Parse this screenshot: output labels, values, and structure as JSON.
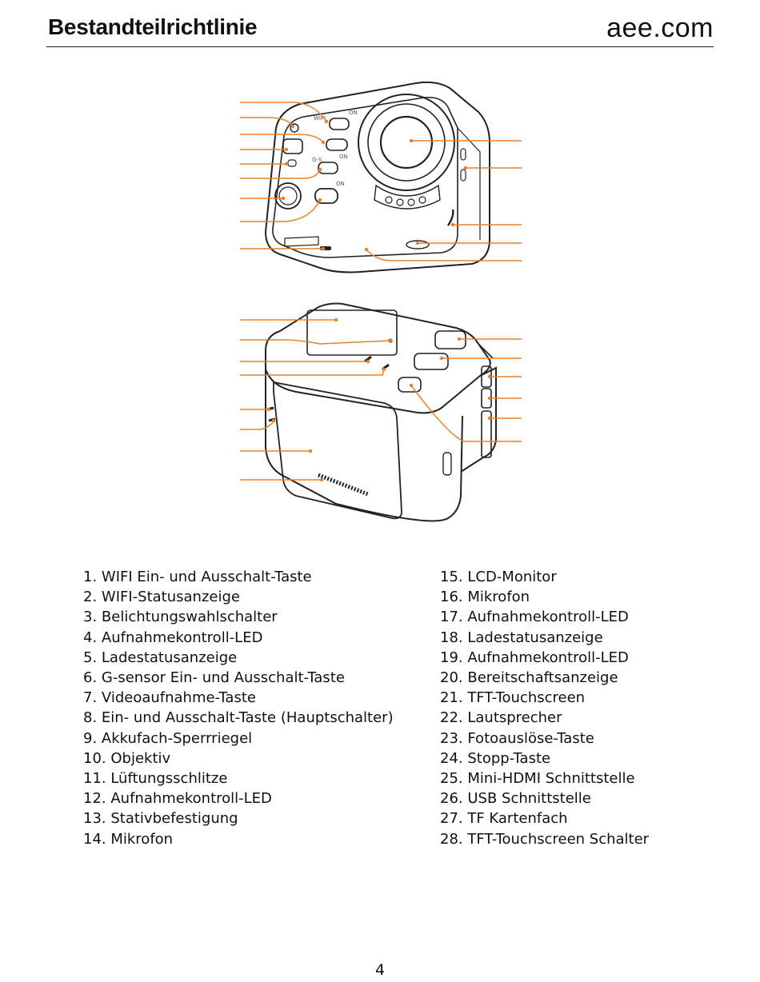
{
  "header": {
    "title": "Bestandteilrichtlinie",
    "brand": "aee.com"
  },
  "switch_labels": {
    "wifi": "WIFI",
    "on": "ON",
    "gsensor": "G-S"
  },
  "legend": {
    "left": [
      "1. WIFI Ein- und Ausschalt-Taste",
      "2. WIFI-Statusanzeige",
      "3. Belichtungswahlschalter",
      "4. Aufnahmekontroll-LED",
      "5. Ladestatusanzeige",
      "6. G-sensor Ein- und Ausschalt-Taste",
      "7. Videoaufnahme-Taste",
      "8. Ein- und Ausschalt-Taste (Hauptschalter)",
      "9. Akkufach-Sperrriegel",
      "10. Objektiv",
      "11. Lüftungsschlitze",
      "12. Aufnahmekontroll-LED",
      "13. Stativbefestigung",
      "14. Mikrofon"
    ],
    "right": [
      "15. LCD-Monitor",
      "16. Mikrofon",
      "17. Aufnahmekontroll-LED",
      "18. Ladestatusanzeige",
      "19. Aufnahmekontroll-LED",
      "20. Bereitschaftsanzeige",
      "21. TFT-Touchscreen",
      "22. Lautsprecher",
      "23. Fotoauslöse-Taste",
      "24. Stopp-Taste",
      "25. Mini-HDMI Schnittstelle",
      "26. USB Schnittstelle",
      "27. TF Kartenfach",
      "28. TFT-Touchscreen Schalter"
    ]
  },
  "page_number": "4",
  "colors": {
    "callout": "#e8822a",
    "outline": "#222222"
  }
}
